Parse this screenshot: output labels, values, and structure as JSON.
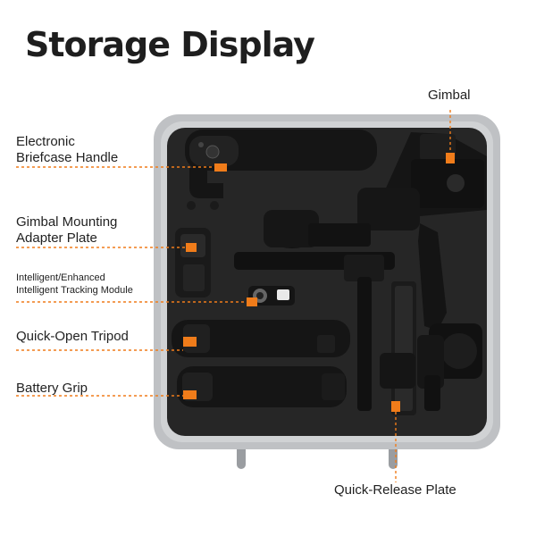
{
  "title": "Storage Display",
  "colors": {
    "accent": "#f07c1a",
    "case_shell": "#bfc1c4",
    "case_inner": "#262626",
    "component": "#151515"
  },
  "labels": {
    "gimbal": "Gimbal",
    "handle_line1": "Electronic",
    "handle_line2": "Briefcase Handle",
    "mount_line1": "Gimbal Mounting",
    "mount_line2": "Adapter Plate",
    "tracking_line1": "Intelligent/Enhanced",
    "tracking_line2": "Intelligent Tracking Module",
    "tripod": "Quick-Open Tripod",
    "battery": "Battery Grip",
    "plate": "Quick-Release Plate"
  }
}
